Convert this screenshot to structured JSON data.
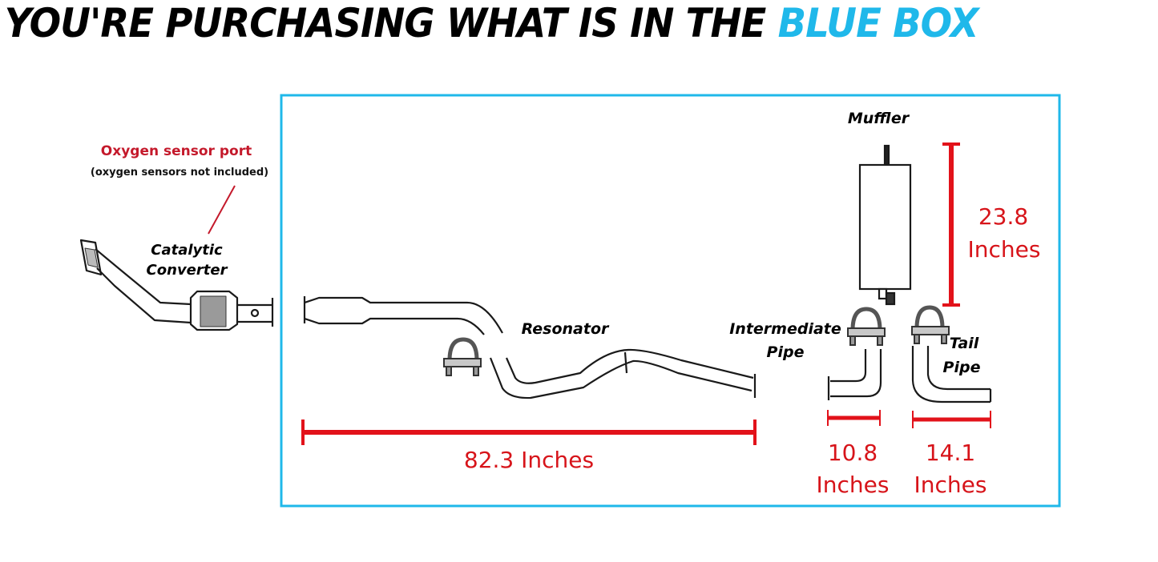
{
  "heading": {
    "prefix": "YOU'RE PURCHASING WHAT IS IN THE",
    "highlight": "BLUE BOX"
  },
  "colors": {
    "box_border": "#1fb8ea",
    "dimension_red": "#e2121a",
    "port_label_red": "#c4192b",
    "heading_blue": "#1fb8ea"
  },
  "labels": {
    "oxygen_port": "Oxygen sensor port",
    "oxygen_note": "(oxygen sensors not included)",
    "catalytic_1": "Catalytic",
    "catalytic_2": "Converter",
    "resonator": "Resonator",
    "muffler": "Muffler",
    "intermediate_1": "Intermediate",
    "intermediate_2": "Pipe",
    "tail_1": "Tail",
    "tail_2": "Pipe"
  },
  "dimensions": {
    "resonator_length": "82.3 Inches",
    "muffler_value": "23.8",
    "muffler_unit": "Inches",
    "intermediate_value": "10.8",
    "intermediate_unit": "Inches",
    "tail_value": "14.1",
    "tail_unit": "Inches"
  }
}
